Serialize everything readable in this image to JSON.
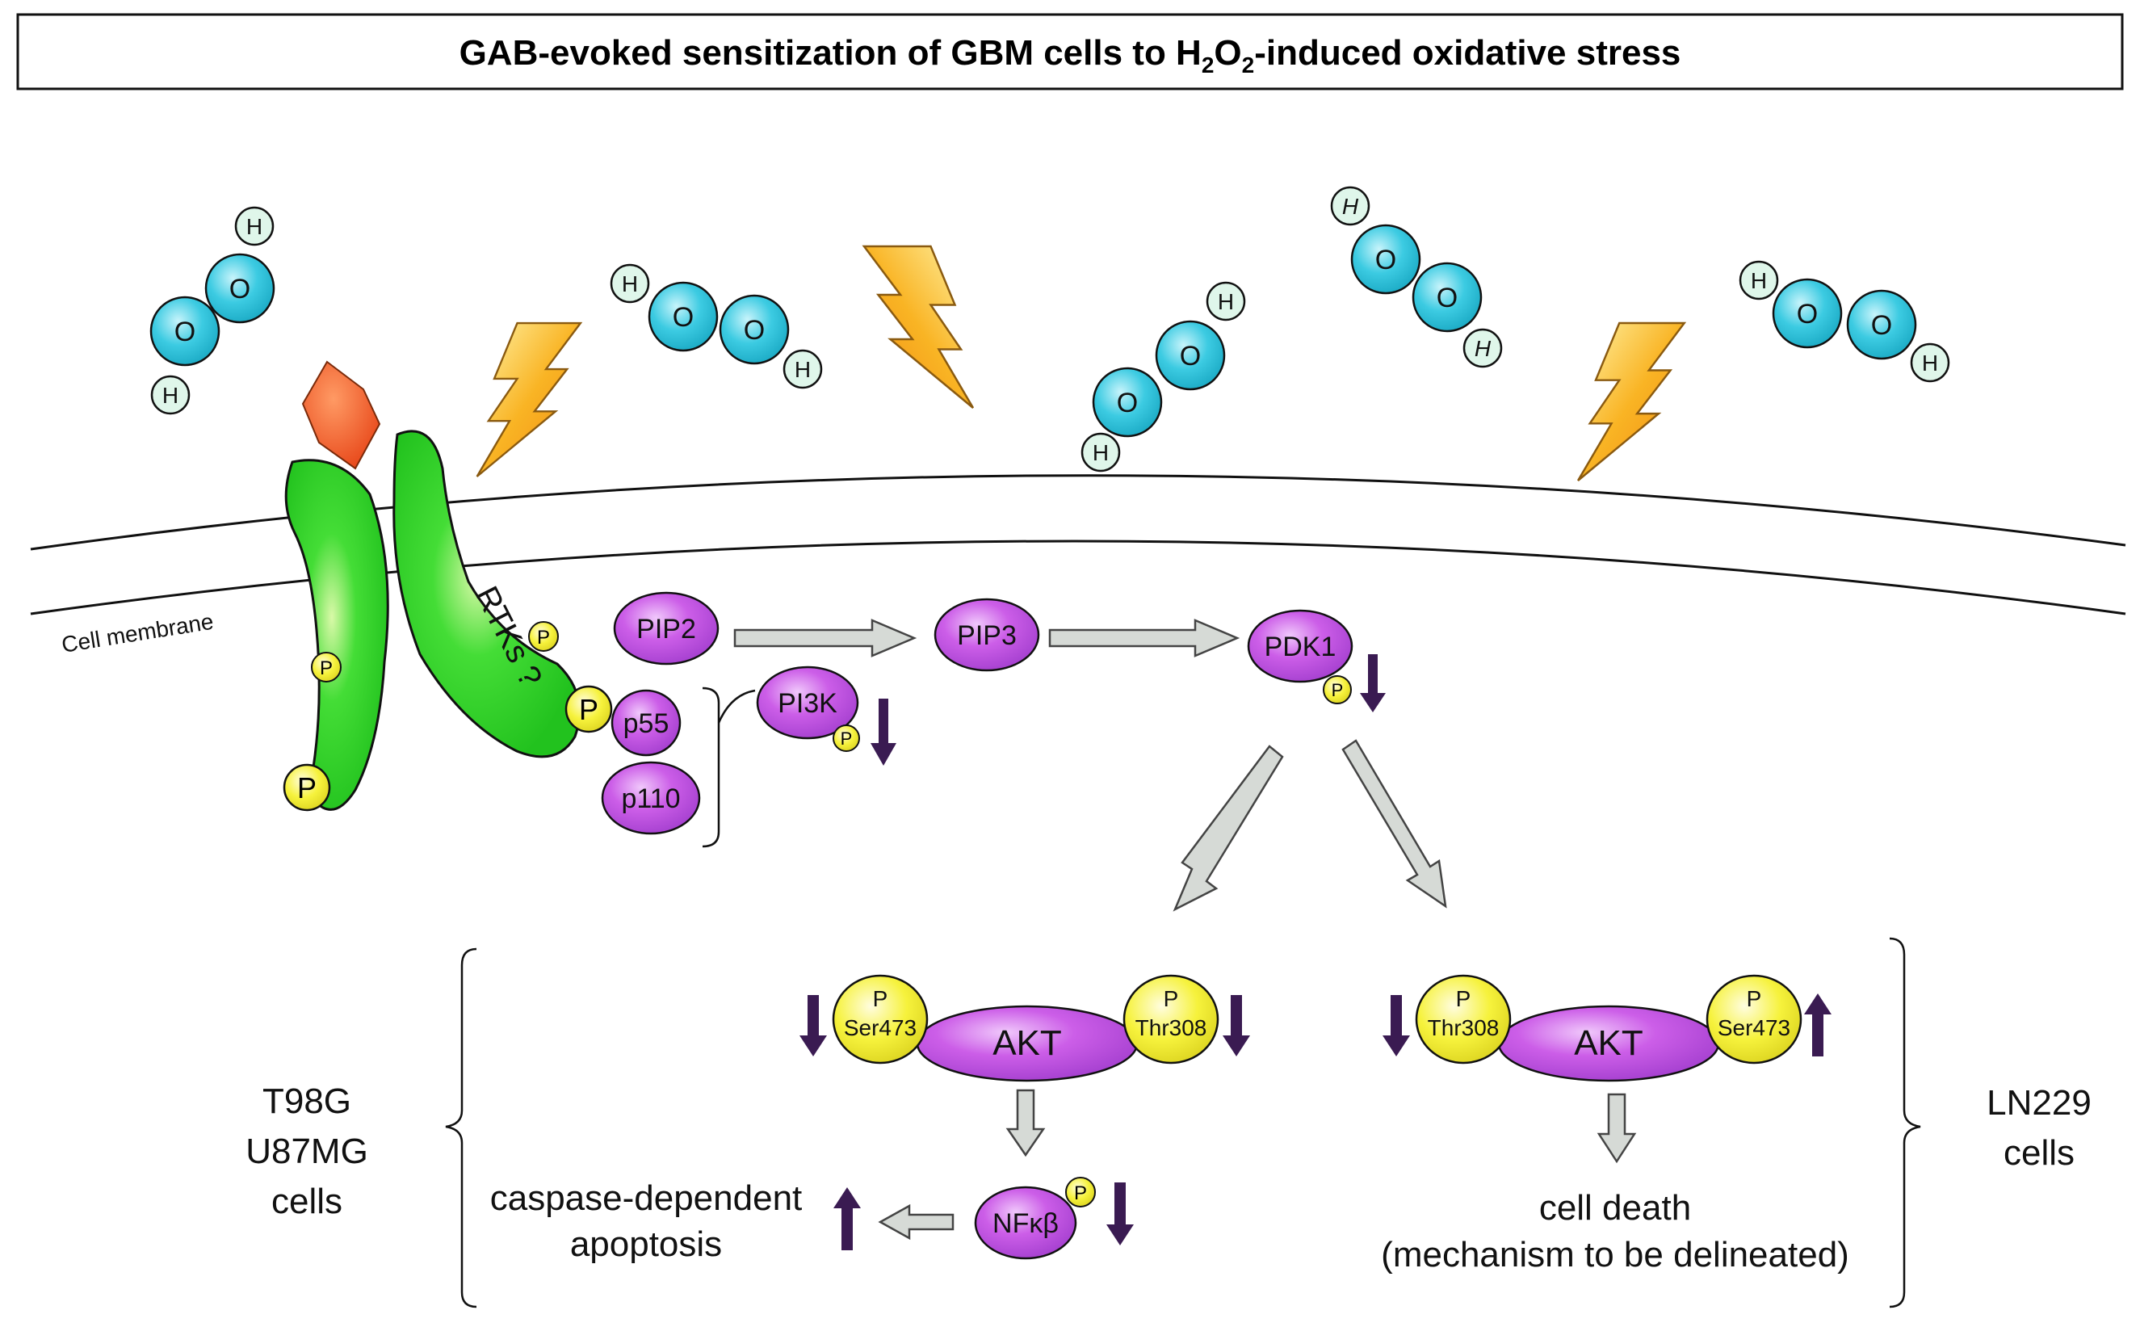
{
  "title": {
    "prefix": "GAB-evoked sensitization of GBM cells to H",
    "sub1": "2",
    "mid": "O",
    "sub2": "2",
    "suffix": "-induced oxidative stress"
  },
  "membrane_label": "Cell membrane",
  "receptor_label": "RTKs ?",
  "phospho_letter": "P",
  "h_atom": "H",
  "o_atom": "O",
  "nodes": {
    "pip2": "PIP2",
    "pip3": "PIP3",
    "pdk1": "PDK1",
    "pi3k": "PI3K",
    "p55": "p55",
    "p110": "p110",
    "akt": "AKT",
    "nfkb": "NFκβ"
  },
  "sites": {
    "ser473": "Ser473",
    "thr308": "Thr308"
  },
  "left_group": {
    "cells": [
      "T98G",
      "U87MG",
      "cells"
    ],
    "outcome": [
      "caspase-dependent",
      "apoptosis"
    ]
  },
  "right_group": {
    "cells": [
      "LN229",
      "cells"
    ],
    "outcome": [
      "cell death",
      "(mechanism to be delineated)"
    ]
  },
  "colors": {
    "water_blue": "#37c8e0",
    "hydrogen": "#dff6ea",
    "receptor_green": "#2ed62a",
    "ligand_orange": "#f0541c",
    "protein_purple": "#c65ae4",
    "phospho_yellow": "#f4f03a",
    "bolt_orange": "#f7a21a",
    "arrow_grey": "#d4d8d4",
    "indicator_purple": "#3a1b52"
  }
}
